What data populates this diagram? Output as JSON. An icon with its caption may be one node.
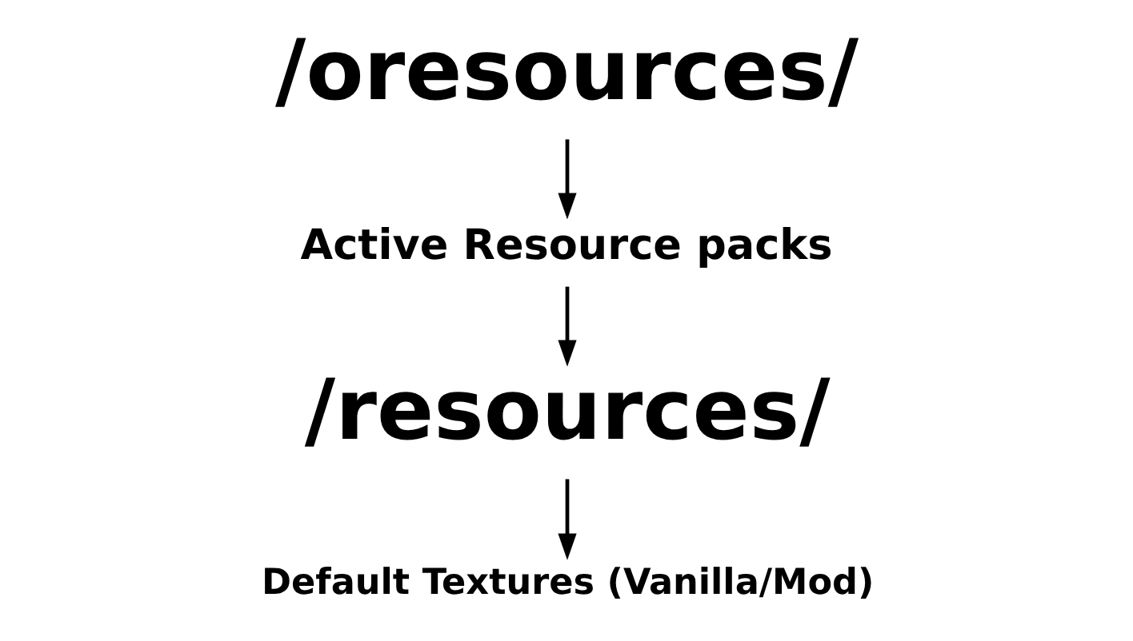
{
  "diagram": {
    "nodes": [
      {
        "text": [
          "/oresources/"
        ]
      },
      {
        "text": [
          "Active Resource packs"
        ]
      },
      {
        "text": [
          "/resources/"
        ]
      },
      {
        "text": [
          "Default Textures (Vanilla/Mod)"
        ]
      }
    ],
    "edges": [
      {
        "from": 0,
        "to": 1,
        "arrow": "to"
      },
      {
        "from": 1,
        "to": 2,
        "arrow": "to"
      },
      {
        "from": 2,
        "to": 3,
        "arrow": "to"
      }
    ]
  }
}
